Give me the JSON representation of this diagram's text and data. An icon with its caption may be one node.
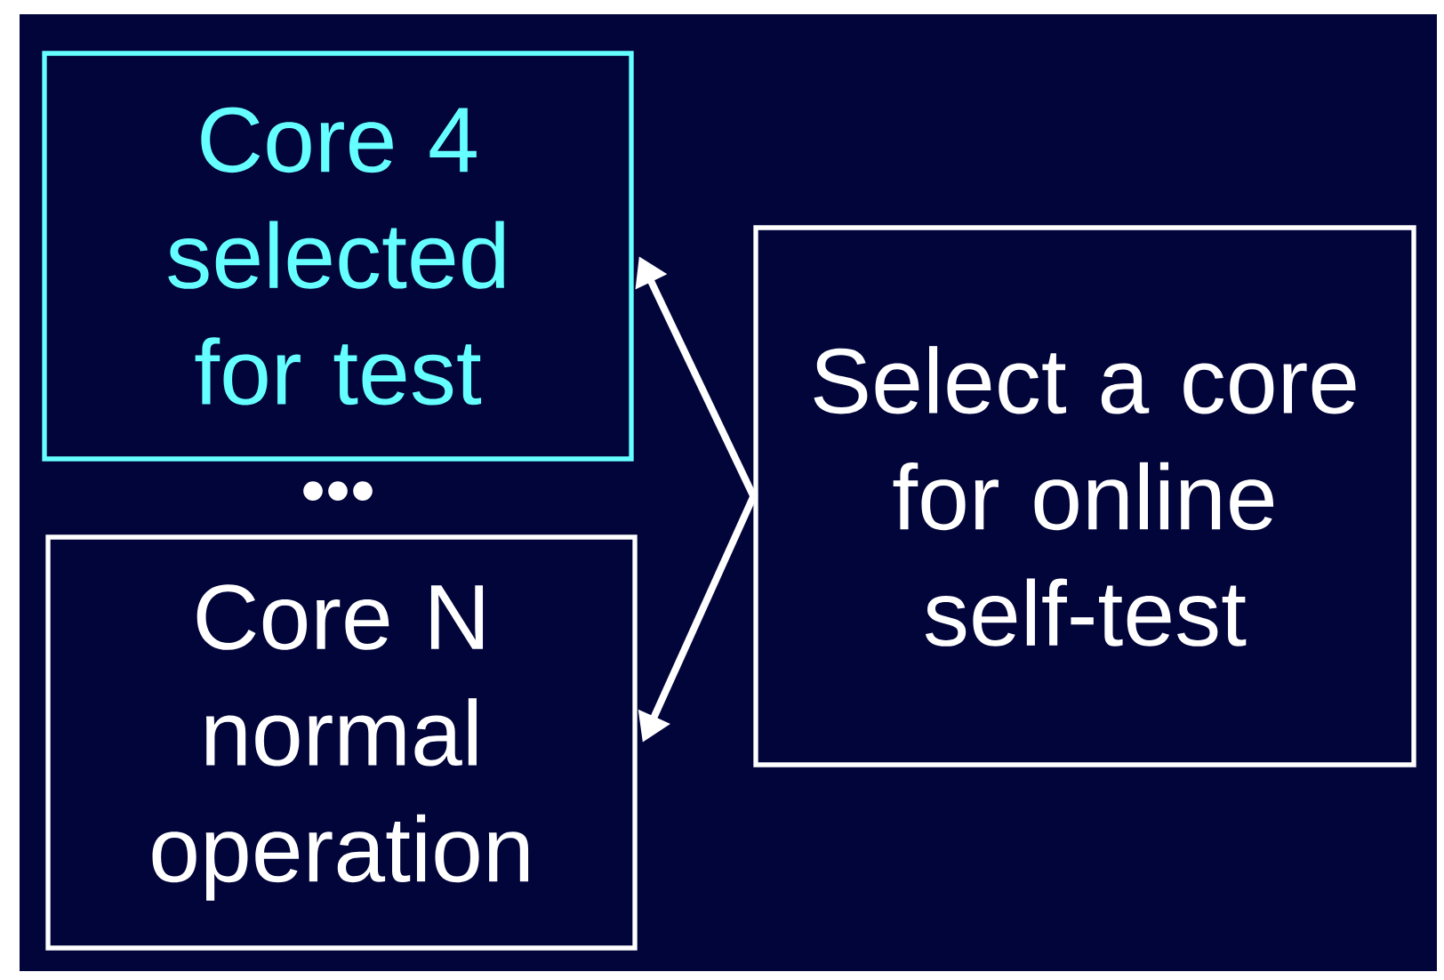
{
  "diagram": {
    "nodes": [
      {
        "text": [
          "Core 4 selected for test"
        ]
      },
      {
        "text": [
          "Core N normal operation"
        ]
      },
      {
        "text": [
          "Select a core for online self-test"
        ]
      }
    ],
    "edges": [
      {
        "from": 2,
        "to": 0,
        "arrow": "to"
      },
      {
        "from": 2,
        "to": 1,
        "arrow": "to"
      }
    ],
    "labels": [
      "•••"
    ]
  }
}
